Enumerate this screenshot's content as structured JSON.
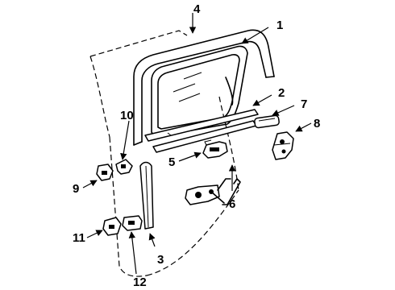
{
  "callouts": {
    "c1": "1",
    "c2": "2",
    "c3": "3",
    "c4": "4",
    "c5": "5",
    "c6": "6",
    "c7": "7",
    "c8": "8",
    "c9": "9",
    "c10": "10",
    "c11": "11",
    "c12": "12"
  },
  "parts": {
    "1": "glass",
    "2": "belt-weatherstrip",
    "3": "run-channel",
    "4": "frame-weatherstrip",
    "5": "outside-handle",
    "6": "window-regulator",
    "7": "inside-handle",
    "8": "door-lock",
    "9": "upper-hinge",
    "10": "upper-hinge-bracket",
    "11": "lower-hinge",
    "12": "door-check-link"
  }
}
